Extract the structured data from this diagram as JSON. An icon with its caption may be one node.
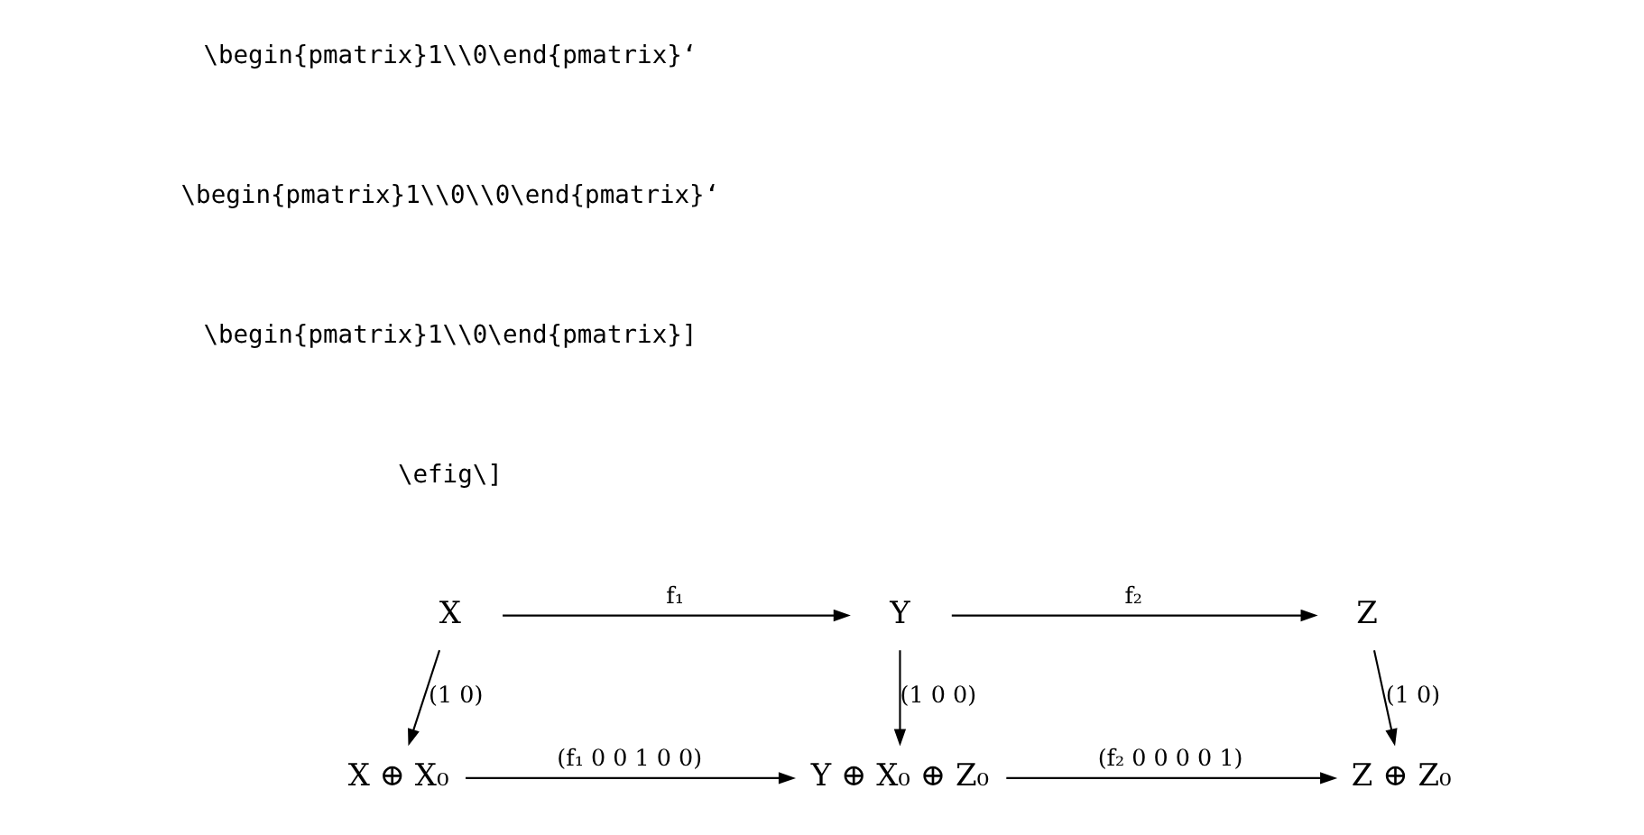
{
  "diagram": {
    "nodes": [
      {
        "text": [
          "X"
        ]
      },
      {
        "text": [
          "Y"
        ]
      },
      {
        "text": [
          "Z"
        ]
      },
      {
        "text": [
          "X ⊕ X₀"
        ]
      },
      {
        "text": [
          "Y ⊕ X₀ ⊕ Z₀"
        ]
      },
      {
        "text": [
          "Z ⊕ Z₀"
        ]
      }
    ],
    "edges": [
      {
        "from": 0,
        "to": 1,
        "arrow": "to",
        "label": "f₁"
      },
      {
        "from": 1,
        "to": 2,
        "arrow": "to",
        "label": "f₂"
      },
      {
        "from": 0,
        "to": 3,
        "arrow": "to",
        "label": "(1 0)"
      },
      {
        "from": 1,
        "to": 4,
        "arrow": "to",
        "label": "(1 0 0)"
      },
      {
        "from": 2,
        "to": 5,
        "arrow": "to",
        "label": "(1 0)"
      },
      {
        "from": 3,
        "to": 4,
        "arrow": "to",
        "label": "(f₁ 0 0 1 0 0)"
      },
      {
        "from": 4,
        "to": 5,
        "arrow": "to",
        "label": "(f₂ 0 0 0 0 1)"
      }
    ],
    "labels": [
      "\\begin{pmatrix}1\\\\0\\end{pmatrix}‘",
      "\\begin{pmatrix}1\\\\0\\\\0\\end{pmatrix}‘",
      "\\begin{pmatrix}1\\\\0\\end{pmatrix}]",
      "\\efig\\]"
    ]
  }
}
